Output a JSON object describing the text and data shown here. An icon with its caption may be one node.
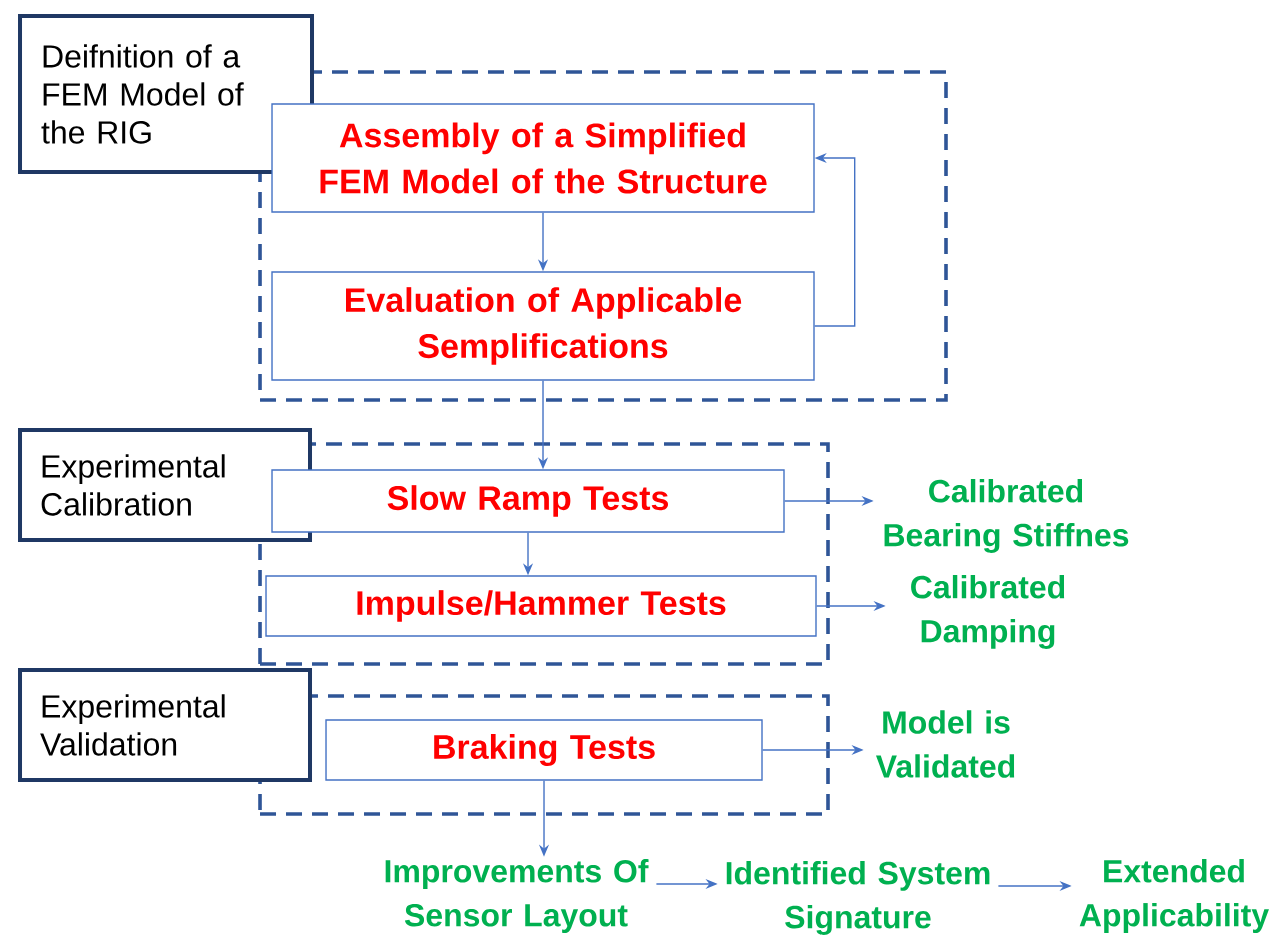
{
  "diagram": {
    "nodes": [
      {
        "text": [
          "Deifnition of a FEM Model of the RIG"
        ]
      },
      {
        "text": [],
        "shape": "box"
      },
      {
        "text": [
          "Assembly of a Simplified FEM Model of the Structure"
        ],
        "in": 1
      },
      {
        "text": [
          "Evaluation of Applicable Semplifications"
        ],
        "in": 1
      },
      {
        "text": [
          "Experimental Calibration"
        ]
      },
      {
        "text": [],
        "shape": "box"
      },
      {
        "text": [
          "Slow Ramp Tests"
        ],
        "in": 5
      },
      {
        "text": [
          "Impulse/Hammer Tests"
        ],
        "in": 5
      },
      {
        "text": [
          "Calibrated Bearing Stiffnes"
        ]
      },
      {
        "text": [
          "Calibrated Damping"
        ]
      },
      {
        "text": [
          "Experimental Validation"
        ]
      },
      {
        "text": [],
        "shape": "box"
      },
      {
        "text": [
          "Braking Tests"
        ],
        "in": 11
      },
      {
        "text": [
          "Model is Validated"
        ]
      },
      {
        "text": [
          "Improvements Of Sensor Layout"
        ]
      },
      {
        "text": [
          "Identified System Signature"
        ]
      },
      {
        "text": [
          "Extended Applicability"
        ]
      }
    ],
    "edges": [
      {
        "from": 2,
        "to": 3,
        "arrow": "to"
      },
      {
        "from": 3,
        "to": 2,
        "arrow": "to"
      },
      {
        "from": 3,
        "to": 6,
        "arrow": "to"
      },
      {
        "from": 6,
        "to": 7,
        "arrow": "to"
      },
      {
        "from": 6,
        "to": 8,
        "arrow": "to"
      },
      {
        "from": 7,
        "to": 9,
        "arrow": "to"
      },
      {
        "from": 12,
        "to": 13,
        "arrow": "to"
      },
      {
        "from": 12,
        "to": 14,
        "arrow": "to"
      },
      {
        "from": 14,
        "to": 15,
        "arrow": "to"
      },
      {
        "from": 15,
        "to": 16,
        "arrow": "to"
      }
    ]
  }
}
